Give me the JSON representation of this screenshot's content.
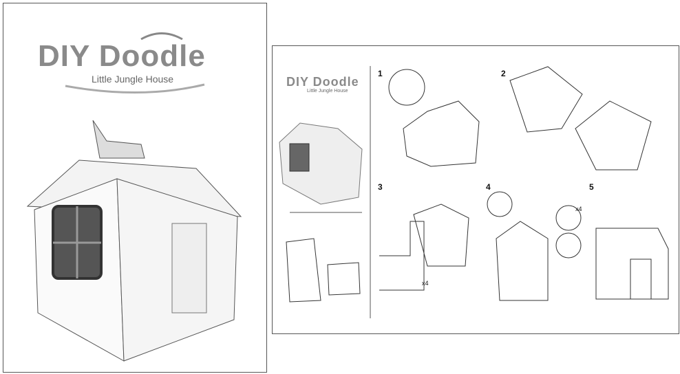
{
  "cover": {
    "brand": "DIY Doodle",
    "product": "Little Jungle House"
  },
  "instructions": {
    "brand": "DIY Doodle",
    "product": "Little Jungle House",
    "steps": [
      {
        "number": "1"
      },
      {
        "number": "2"
      },
      {
        "number": "3",
        "note": "x4"
      },
      {
        "number": "4",
        "note": "x4"
      },
      {
        "number": "5"
      }
    ]
  }
}
